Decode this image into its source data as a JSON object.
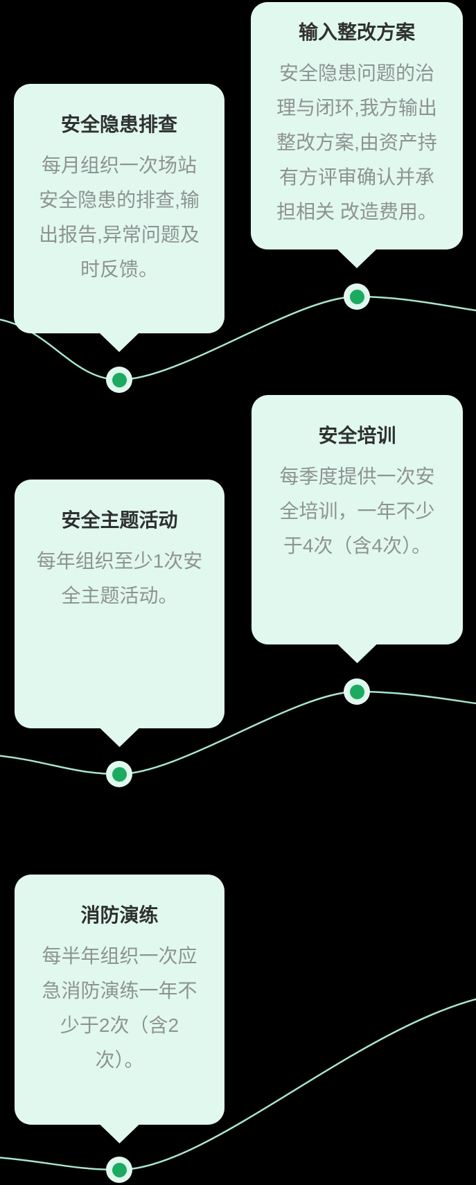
{
  "colors": {
    "background": "#000000",
    "card_background": "#e1f8ef",
    "accent_green_dot": "#1caa60",
    "wave_line": "#a9e6ca",
    "title_text": "#2e3130",
    "body_text": "#8d9391"
  },
  "steps": [
    {
      "title": "安全隐患排查",
      "body": "每月组织一次场站\n安全隐患的排查,输\n出报告,异常问题及\n时反馈。"
    },
    {
      "title": "输入整改方案",
      "body": "安全隐患问题的治\n理与闭环,我方输出\n整改方案,由资产持\n有方评审确认并承\n担相关 改造费用。"
    },
    {
      "title": "安全主题活动",
      "body": "每年组织至少1次安\n全主题活动。"
    },
    {
      "title": "安全培训",
      "body": "每季度提供一次安\n全培训，一年不少\n于4次（含4次）。"
    },
    {
      "title": "消防演练",
      "body": "每半年组织一次应\n急消防演练一年不\n少于2次（含2\n次）。"
    }
  ]
}
